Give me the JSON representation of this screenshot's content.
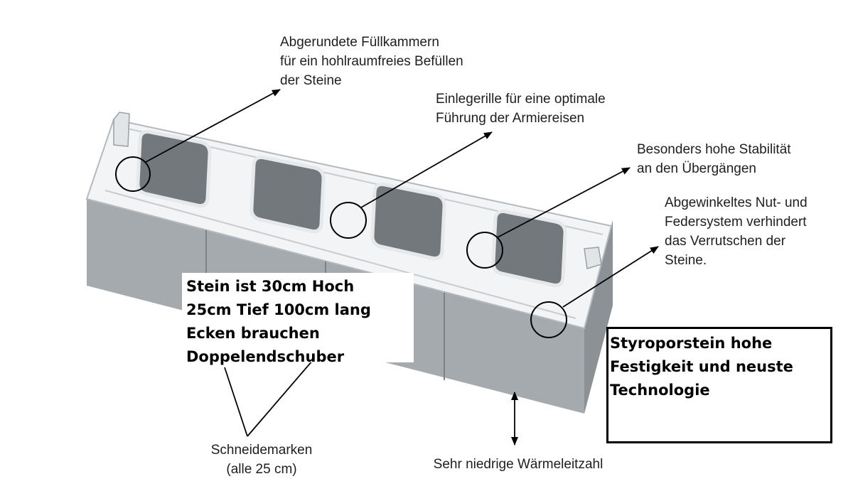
{
  "callouts": {
    "fuellkammern": [
      "Abgerundete Füllkammern",
      "für ein hohlraumfreies Befüllen",
      "der Steine"
    ],
    "einlegerille": [
      "Einlegerille für eine optimale",
      "Führung der Armiereisen"
    ],
    "stabilitaet": [
      "Besonders hohe Stabilität",
      "an den Übergängen"
    ],
    "nut_feder": [
      "Abgewinkeltes Nut- und",
      "Federsystem verhindert",
      "das Verrutschen der",
      "Steine."
    ],
    "schneidemarken": [
      "Schneidemarken",
      "(alle 25 cm)"
    ],
    "waermeleitzahl": "Sehr niedrige Wärmeleitzahl"
  },
  "note_dimensions": [
    "Stein ist 30cm Hoch",
    "25cm Tief 100cm lang",
    "Ecken brauchen",
    "Doppelendschuber"
  ],
  "note_material": [
    "Styroporstein hohe",
    "Festigkeit und neuste",
    "Technologie"
  ],
  "colors": {
    "block_side": "#a5aaaf",
    "block_top": "#f2f4f6",
    "chamber": "#73787d",
    "annotation": "#000000"
  }
}
